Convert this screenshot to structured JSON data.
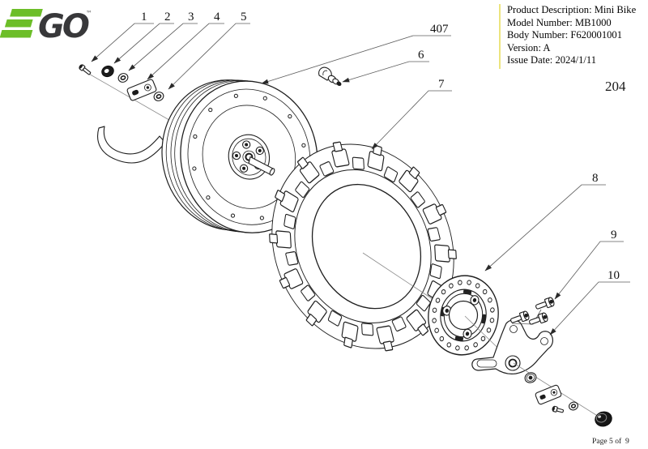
{
  "brand": {
    "name_fragment": "GO",
    "trademark": "™",
    "colors": {
      "brand_green": "#6CBE28",
      "brand_dark": "#3A3A3C"
    }
  },
  "info_panel": {
    "lines": [
      "Product Description: Mini Bike",
      "Model Number: MB1000",
      "Body Number: F620001001",
      "Version: A",
      "Issue Date: 2024/1/11"
    ]
  },
  "page_code": "204",
  "callouts": {
    "n1": "1",
    "n2": "2",
    "n3": "3",
    "n4": "4",
    "n5": "5",
    "n407": "407",
    "n6": "6",
    "n7": "7",
    "n8": "8",
    "n9": "9",
    "n10": "10"
  },
  "footer": {
    "page_info": "Page 5 of  9"
  }
}
